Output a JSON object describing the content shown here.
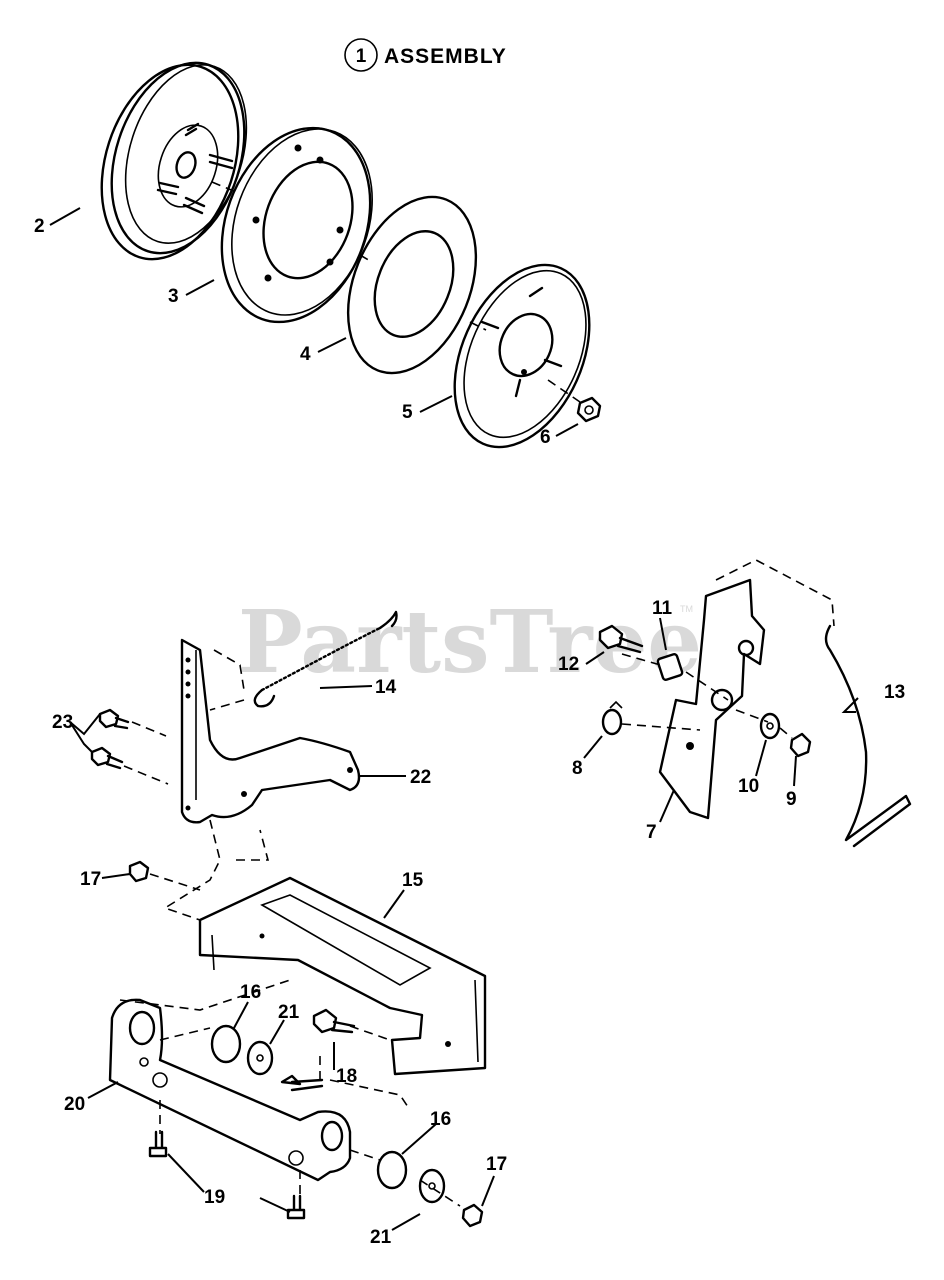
{
  "title": {
    "number": "1",
    "text": "ASSEMBLY"
  },
  "watermark": {
    "text": "PartsTree",
    "trademark": "TM"
  },
  "callouts": {
    "c2": "2",
    "c3": "3",
    "c4": "4",
    "c5": "5",
    "c6": "6",
    "c7": "7",
    "c8": "8",
    "c9": "9",
    "c10": "10",
    "c11": "11",
    "c12": "12",
    "c13": "13",
    "c14": "14",
    "c15": "15",
    "c16a": "16",
    "c16b": "16",
    "c17a": "17",
    "c17b": "17",
    "c18": "18",
    "c19": "19",
    "c20": "20",
    "c21a": "21",
    "c21b": "21",
    "c22": "22",
    "c23": "23"
  },
  "parts": {
    "pulley": "pulley-icon",
    "brake_drum": "brake-drum-icon",
    "brake_lining": "brake-lining-icon",
    "backing_plate": "backing-plate-icon",
    "flange_nut": "nut-icon",
    "brake_lever": "lever-icon",
    "spring": "spring-icon",
    "bracket": "bracket-icon",
    "rod": "rod-icon"
  }
}
